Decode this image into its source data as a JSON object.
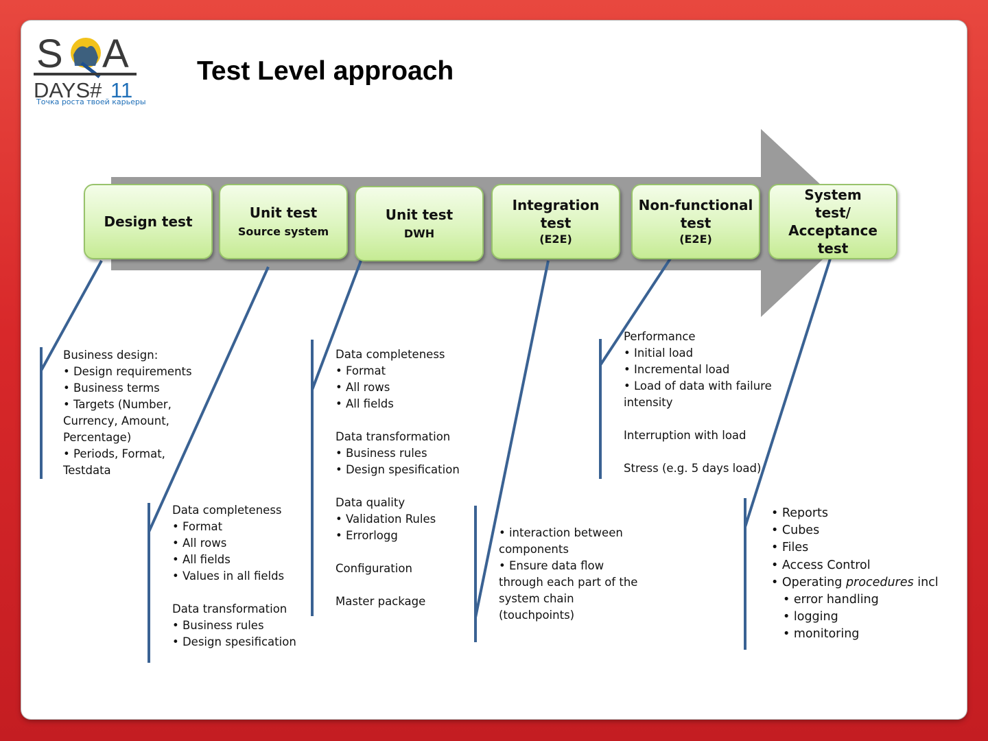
{
  "title": "Test Level approach",
  "logo": {
    "top_text": "SQA",
    "bottom_text": "DAYS#11",
    "tagline": "Точка роста твоей карьеры"
  },
  "colors": {
    "frame": "#d8282a",
    "arrow": "#9b9b9b",
    "box_fill": "#ddf5bf",
    "box_border": "#98c36b",
    "connector": "#3a6293"
  },
  "stages": [
    {
      "title": "Design test",
      "subtitle": ""
    },
    {
      "title": "Unit test",
      "subtitle": "Source system"
    },
    {
      "title": "Unit test",
      "subtitle": "DWH"
    },
    {
      "title": "Integration test",
      "subtitle": "(E2E)"
    },
    {
      "title": "Non-functional test",
      "subtitle": "(E2E)"
    },
    {
      "title": "System test/ Acceptance test",
      "subtitle": ""
    }
  ],
  "details": {
    "design": [
      "Business design:",
      "• Design requirements",
      "• Business terms",
      "• Targets (Number,",
      "Currency, Amount,",
      "Percentage)",
      "• Periods, Format,",
      "Testdata"
    ],
    "unit_source": [
      "Data completeness",
      "• Format",
      "• All rows",
      "• All fields",
      "• Values in all fields",
      "",
      "Data transformation",
      "• Business rules",
      "• Design spesification"
    ],
    "unit_dwh": [
      "Data completeness",
      "• Format",
      "• All rows",
      "• All fields",
      "",
      "Data transformation",
      "• Business rules",
      "• Design spesification",
      "",
      "Data quality",
      "• Validation Rules",
      "• Errorlogg",
      "",
      "Configuration",
      "",
      "Master package"
    ],
    "integration": [
      "• interaction between",
      "components",
      "• Ensure data flow",
      "through each part of the",
      "system chain",
      "(touchpoints)"
    ],
    "nonfunctional": [
      "Performance",
      "• Initial load",
      "• Incremental load",
      "• Load of data with failure",
      "intensity",
      "",
      "Interruption with load",
      "",
      "Stress (e.g. 5 days load)"
    ],
    "system": {
      "items": [
        "• Reports",
        "• Cubes",
        "• Files",
        "• Access Control"
      ],
      "procedures": {
        "prefix": "• Operating ",
        "emphasis": "procedures",
        "suffix": " incl"
      },
      "subitems": [
        "• error handling",
        "• logging",
        "• monitoring"
      ]
    }
  }
}
